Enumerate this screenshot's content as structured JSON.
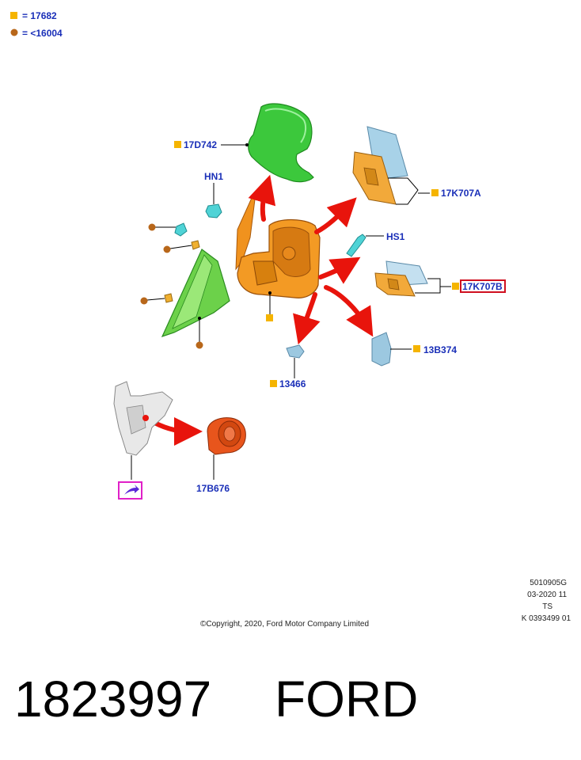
{
  "legend": [
    {
      "marker": "square",
      "color": "#f5b400",
      "text": "= 17682"
    },
    {
      "marker": "circle",
      "color": "#b8671a",
      "text": "= <16004"
    }
  ],
  "parts": {
    "cover": "17D742",
    "nut": "HN1",
    "glass_a": "17K707A",
    "screw": "HS1",
    "glass_b": "17K707B",
    "lamp_cover": "13B374",
    "clip": "13466",
    "motor": "17B676"
  },
  "footer": {
    "ref_line1": "5010905G",
    "ref_line2": "03-2020 11",
    "ref_line3": "TS",
    "ref_line4": "K 0393499 01",
    "copyright": "©Copyright, 2020, Ford Motor Company Limited"
  },
  "part_number": "1823997",
  "brand": "FORD",
  "colors": {
    "label": "#1a2fb8",
    "square_marker": "#f5b400",
    "circle_marker": "#b8671a",
    "arrow": "#e8140c",
    "highlight_box": "#d01020",
    "icon_box": "#e020c8"
  }
}
